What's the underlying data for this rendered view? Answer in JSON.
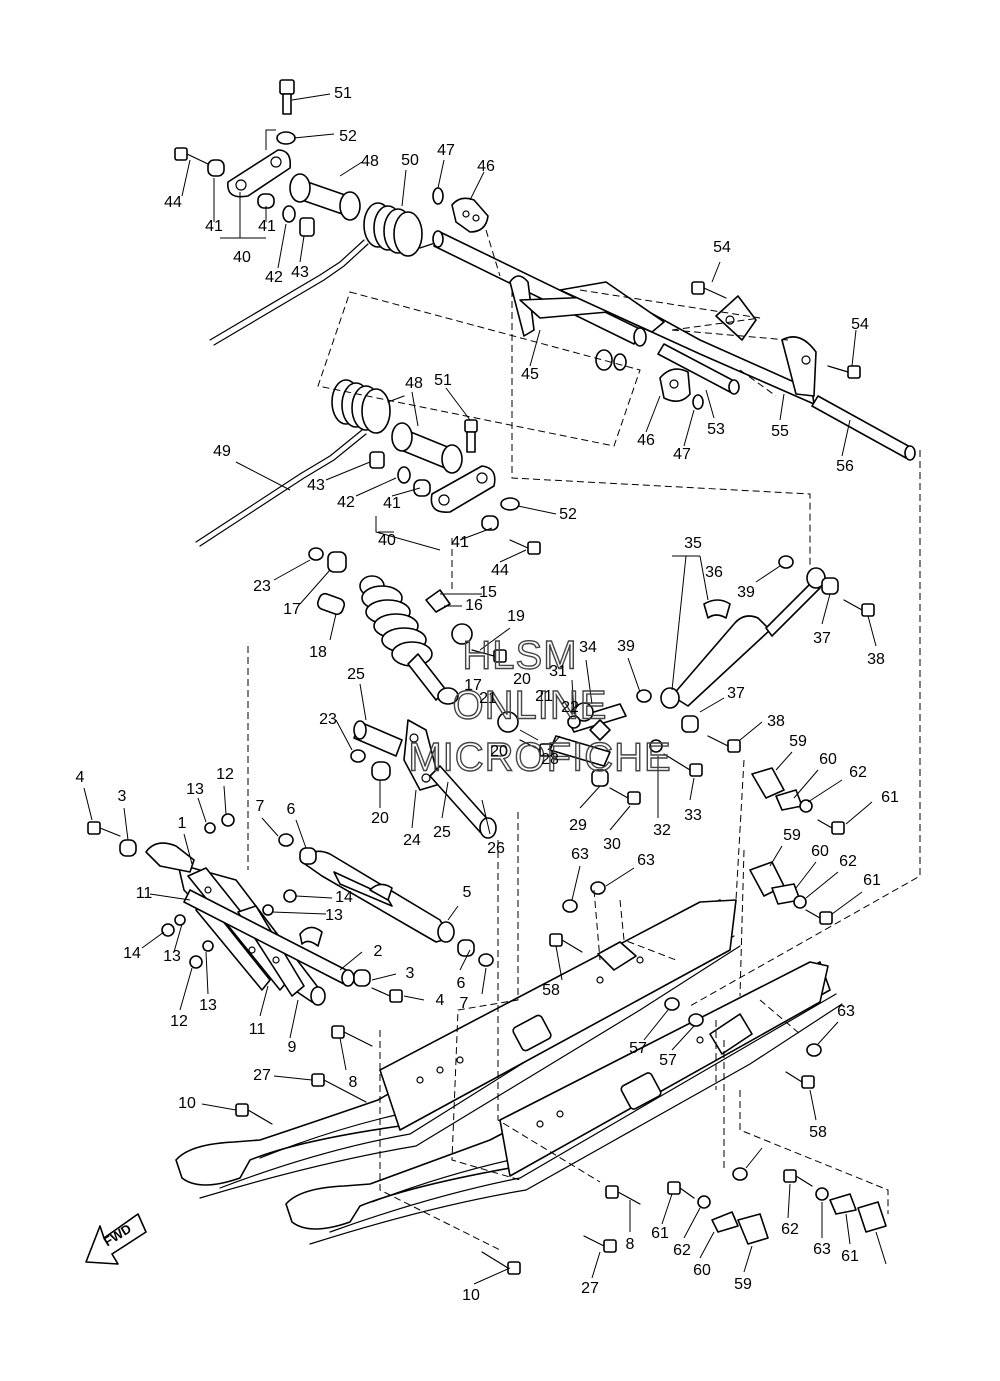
{
  "direction_label": "FWD",
  "watermark": [
    "HLSM",
    "ONLINE",
    "MICROFICHE"
  ],
  "callouts": [
    "1",
    "2",
    "3",
    "3",
    "4",
    "4",
    "5",
    "6",
    "6",
    "7",
    "7",
    "8",
    "8",
    "9",
    "10",
    "10",
    "11",
    "11",
    "12",
    "12",
    "13",
    "13",
    "13",
    "13",
    "14",
    "14",
    "15",
    "16",
    "17",
    "17",
    "18",
    "19",
    "20",
    "20",
    "20",
    "21",
    "21",
    "22",
    "23",
    "23",
    "24",
    "25",
    "25",
    "26",
    "27",
    "27",
    "28",
    "29",
    "30",
    "31",
    "32",
    "33",
    "34",
    "35",
    "36",
    "37",
    "37",
    "38",
    "38",
    "39",
    "39",
    "40",
    "40",
    "41",
    "41",
    "41",
    "41",
    "42",
    "42",
    "43",
    "43",
    "44",
    "44",
    "45",
    "46",
    "46",
    "47",
    "47",
    "48",
    "48",
    "49",
    "50",
    "51",
    "51",
    "52",
    "52",
    "53",
    "54",
    "54",
    "55",
    "56",
    "57",
    "57",
    "58",
    "58",
    "59",
    "59",
    "59",
    "60",
    "60",
    "60",
    "61",
    "61",
    "61",
    "61",
    "62",
    "62",
    "62",
    "62",
    "63",
    "63",
    "63",
    "63"
  ]
}
